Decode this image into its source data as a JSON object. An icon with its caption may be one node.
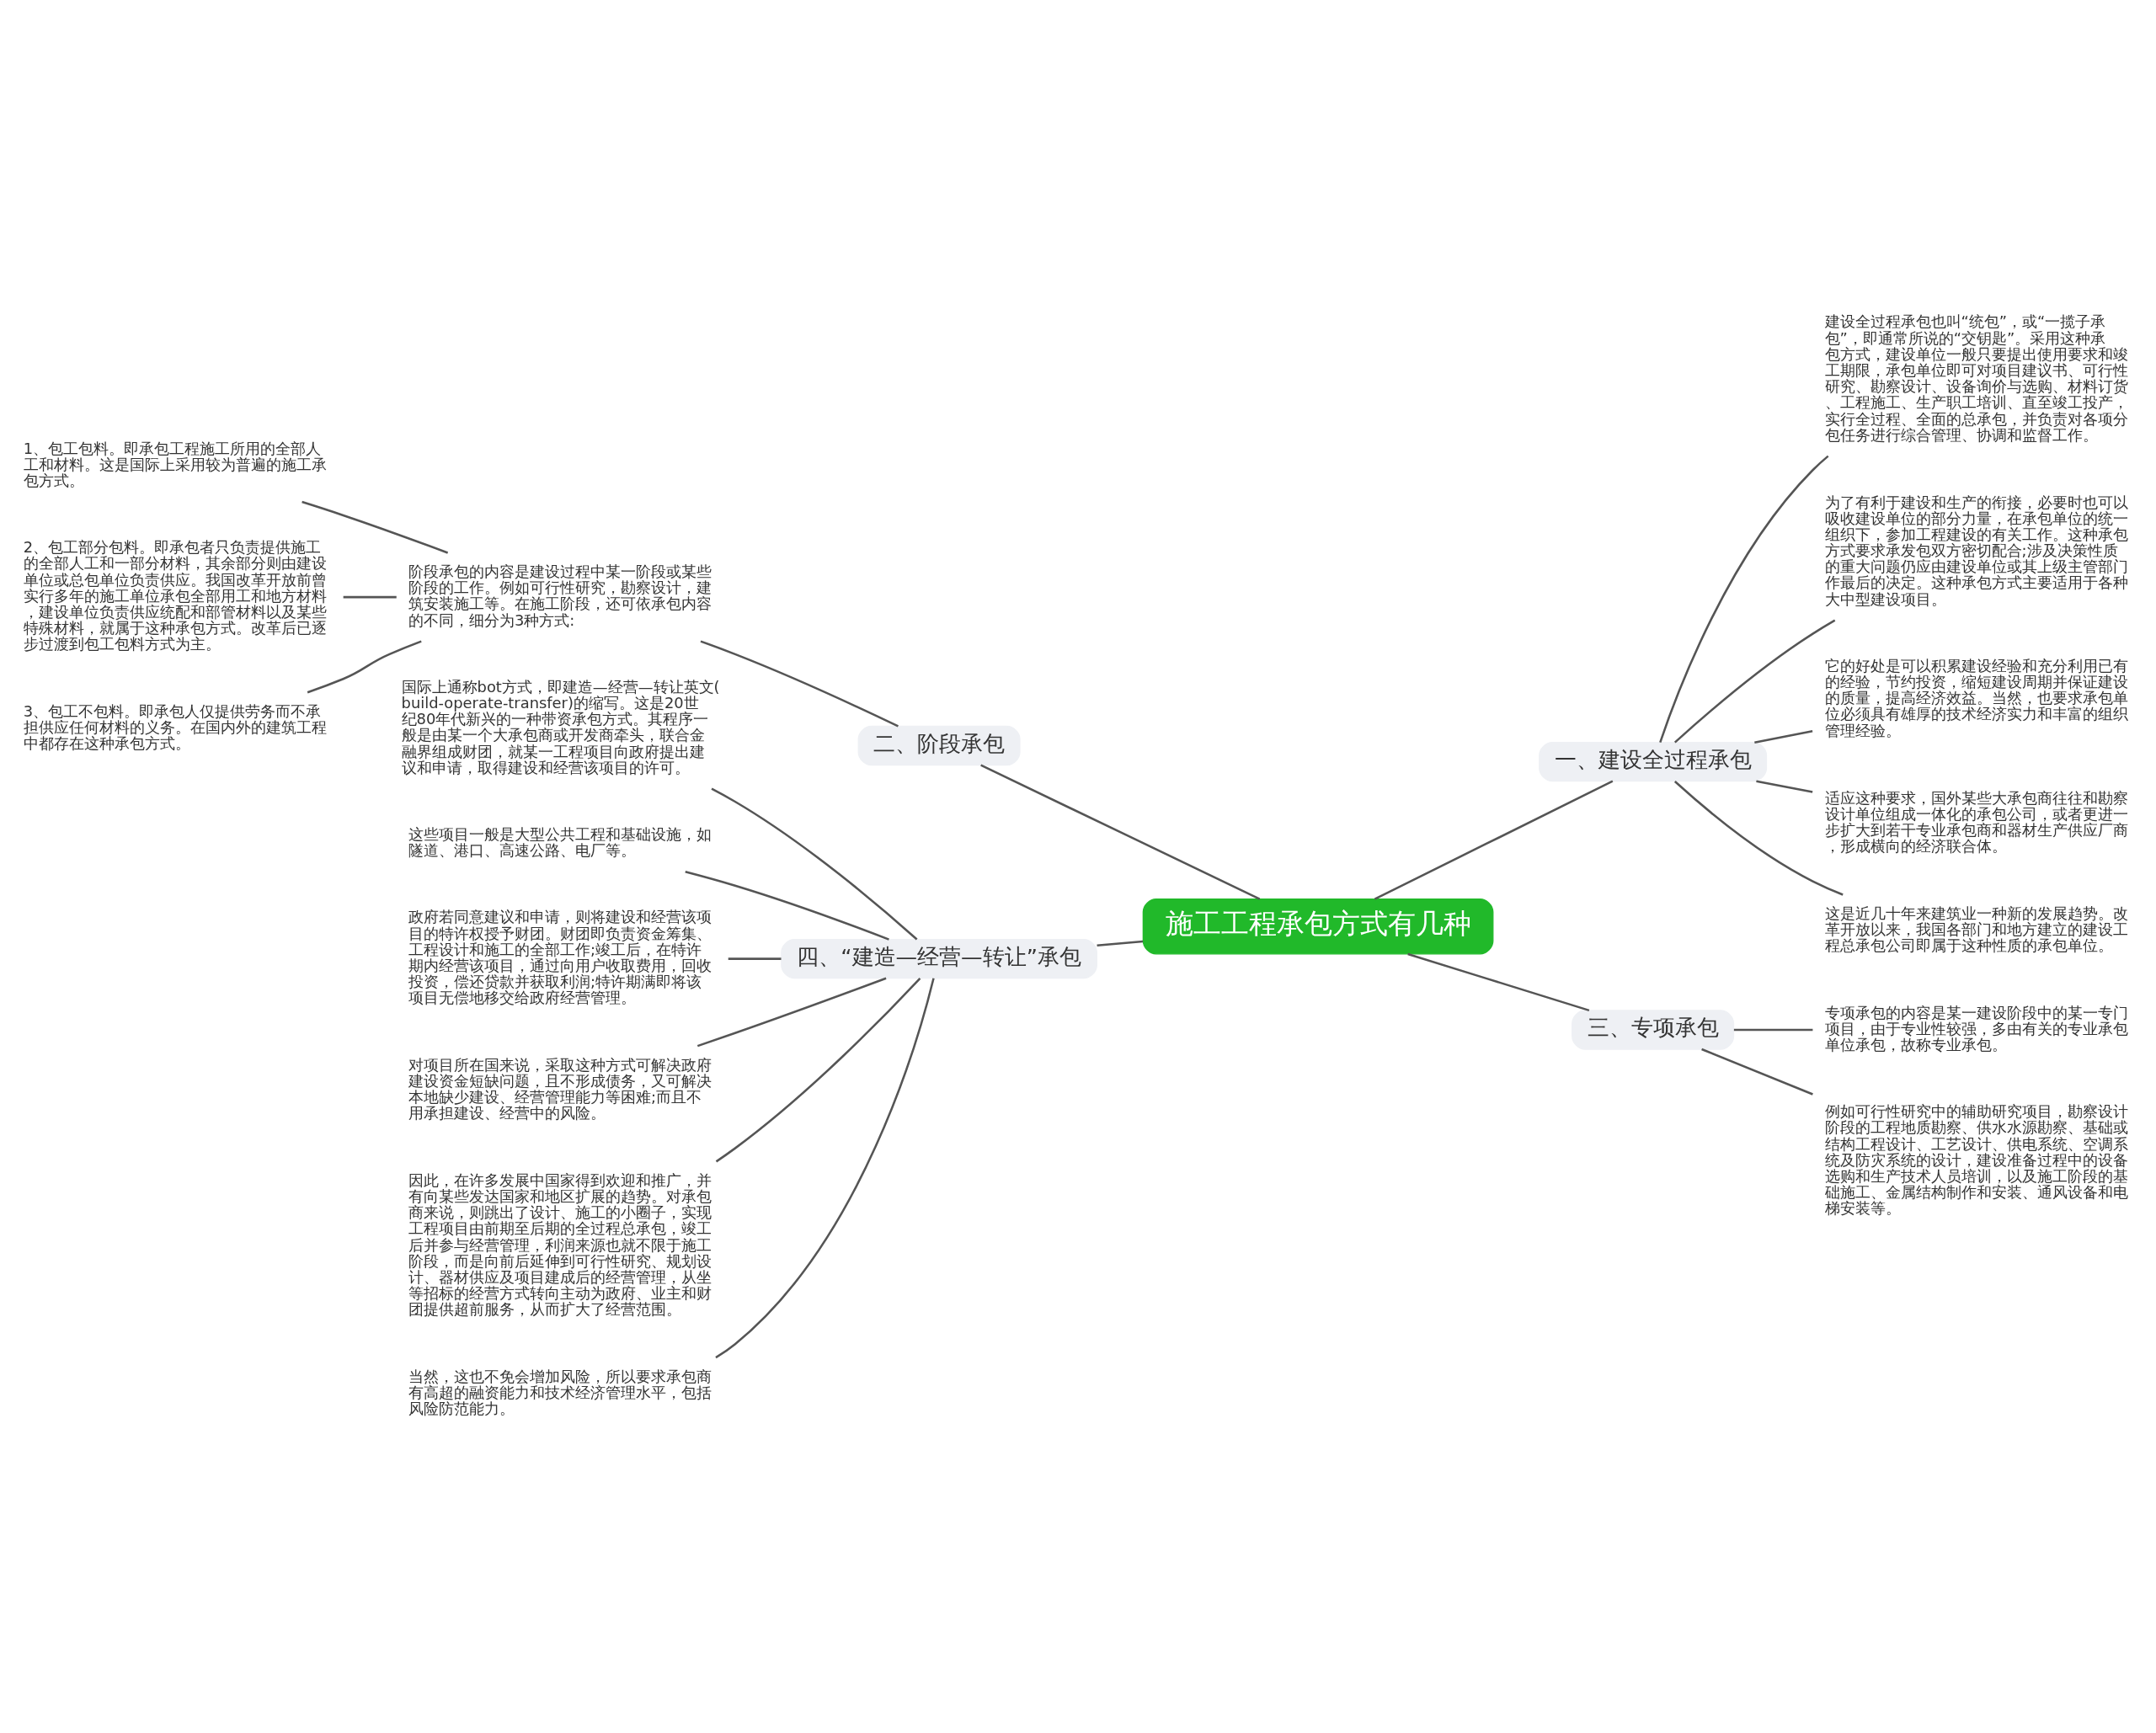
{
  "diagram": {
    "nodes": [
      {
        "text": [
          "施工工程承包方式有几种"
        ]
      },
      {
        "text": [
          "一、建设全过程承包"
        ]
      },
      {
        "text": [
          "建设全过程承包也叫“统包”，或“一揽子承包”，即通常所说的“交钥匙”。采用这种承包方式，建设单位一般只要提出使用要求和竣工期限，承包单位即可对项目建议书、可行性研究、勘察设计、设备询价与选购、材料订货、工程施工、生产职工培训、直至竣工投产，实行全过程、全面的总承包，并负责对各项分包任务进行综合管理、协调和监督工作。"
        ]
      },
      {
        "text": [
          "为了有利于建设和生产的衔接，必要时也可以吸收建设单位的部分力量，在承包单位的统一组织下，参加工程建设的有关工作。这种承包方式要求承发包双方密切配合;涉及决策性质的重大问题仍应由建设单位或其上级主管部门作最后的决定。这种承包方式主要适用于各种大中型建设项目。"
        ]
      },
      {
        "text": [
          "它的好处是可以积累建设经验和充分利用已有的经验，节约投资，缩短建设周期并保证建设的质量，提高经济效益。当然，也要求承包单位必须具有雄厚的技术经济实力和丰富的组织管理经验。"
        ]
      },
      {
        "text": [
          "适应这种要求，国外某些大承包商往往和勘察设计单位组成一体化的承包公司，或者更进一步扩大到若干专业承包商和器材生产供应厂商，形成横向的经济联合体。"
        ]
      },
      {
        "text": [
          "这是近几十年来建筑业一种新的发展趋势。改革开放以来，我国各部门和地方建立的建设工程总承包公司即属于这种性质的承包单位。"
        ]
      },
      {
        "text": [
          "二、阶段承包"
        ]
      },
      {
        "text": [
          "阶段承包的内容是建设过程中某一阶段或某些阶段的工作。例如可行性研究，勘察设计，建筑安装施工等。在施工阶段，还可依承包内容的不同，细分为3种方式:"
        ]
      },
      {
        "text": [
          "1、包工包料。即承包工程施工所用的全部人工和材料。这是国际上采用较为普遍的施工承包方式。"
        ]
      },
      {
        "text": [
          "2、包工部分包料。即承包者只负责提供施工的全部人工和一部分材料，其余部分则由建设单位或总包单位负责供应。我国改革开放前曾实行多年的施工单位承包全部用工和地方材料，建设单位负责供应统配和部管材料以及某些特殊材料，就属于这种承包方式。改革后已逐步过渡到包工包料方式为主。"
        ]
      },
      {
        "text": [
          "3、包工不包料。即承包人仅提供劳务而不承担供应任何材料的义务。在国内外的建筑工程中都存在这种承包方式。"
        ]
      },
      {
        "text": [
          "三、专项承包"
        ]
      },
      {
        "text": [
          "专项承包的内容是某一建设阶段中的某一专门项目，由于专业性较强，多由有关的专业承包单位承包，故称专业承包。"
        ]
      },
      {
        "text": [
          "例如可行性研究中的辅助研究项目，勘察设计阶段的工程地质勘察、供水水源勘察、基础或结构工程设计、工艺设计、供电系统、空调系统及防灾系统的设计，建设准备过程中的设备选购和生产技术人员培训，以及施工阶段的基础施工、金属结构制作和安装、通风设备和电梯安装等。"
        ]
      },
      {
        "text": [
          "四、“建造—经营—转让”承包"
        ]
      },
      {
        "text": [
          "国际上通称bot方式，即建造—经营—转让英文(build-operate-transfer)的缩写。这是20世纪80年代新兴的一种带资承包方式。其程序一般是由某一个大承包商或开发商牵头，联合金融界组成财团，就某一工程项目向政府提出建议和申请，取得建设和经营该项目的许可。"
        ]
      },
      {
        "text": [
          "这些项目一般是大型公共工程和基础设施，如隧道、港口、高速公路、电厂等。"
        ]
      },
      {
        "text": [
          "政府若同意建议和申请，则将建设和经营该项目的特许权授予财团。财团即负责资金筹集、工程设计和施工的全部工作;竣工后，在特许期内经营该项目，通过向用户收取费用，回收投资，偿还贷款并获取利润;特许期满即将该项目无偿地移交给政府经营管理。"
        ]
      },
      {
        "text": [
          "对项目所在国来说，采取这种方式可解决政府建设资金短缺问题，且不形成债务，又可解决本地缺少建设、经营管理能力等困难;而且不用承担建设、经营中的风险。"
        ]
      },
      {
        "text": [
          "因此，在许多发展中国家得到欢迎和推广，并有向某些发达国家和地区扩展的趋势。对承包商来说，则跳出了设计、施工的小圈子，实现工程项目由前期至后期的全过程总承包，竣工后并参与经营管理，利润来源也就不限于施工阶段，而是向前后延伸到可行性研究、规划设计、器材供应及项目建成后的经营管理，从坐等招标的经营方式转向主动为政府、业主和财团提供超前服务，从而扩大了经营范围。"
        ]
      },
      {
        "text": [
          "当然，这也不免会增加风险，所以要求承包商有高超的融资能力和技术经济管理水平，包括风险防范能力。"
        ]
      }
    ],
    "edges": [
      {
        "from": 0,
        "to": 1,
        "arrow": "none"
      },
      {
        "from": 1,
        "to": 2,
        "arrow": "none"
      },
      {
        "from": 1,
        "to": 3,
        "arrow": "none"
      },
      {
        "from": 1,
        "to": 4,
        "arrow": "none"
      },
      {
        "from": 1,
        "to": 5,
        "arrow": "none"
      },
      {
        "from": 1,
        "to": 6,
        "arrow": "none"
      },
      {
        "from": 0,
        "to": 7,
        "arrow": "none"
      },
      {
        "from": 7,
        "to": 8,
        "arrow": "none"
      },
      {
        "from": 8,
        "to": 9,
        "arrow": "none"
      },
      {
        "from": 8,
        "to": 10,
        "arrow": "none"
      },
      {
        "from": 8,
        "to": 11,
        "arrow": "none"
      },
      {
        "from": 0,
        "to": 12,
        "arrow": "none"
      },
      {
        "from": 12,
        "to": 13,
        "arrow": "none"
      },
      {
        "from": 12,
        "to": 14,
        "arrow": "none"
      },
      {
        "from": 0,
        "to": 15,
        "arrow": "none"
      },
      {
        "from": 15,
        "to": 16,
        "arrow": "none"
      },
      {
        "from": 15,
        "to": 17,
        "arrow": "none"
      },
      {
        "from": 15,
        "to": 18,
        "arrow": "none"
      },
      {
        "from": 15,
        "to": 19,
        "arrow": "none"
      },
      {
        "from": 15,
        "to": 20,
        "arrow": "none"
      },
      {
        "from": 15,
        "to": 21,
        "arrow": "none"
      }
    ]
  }
}
